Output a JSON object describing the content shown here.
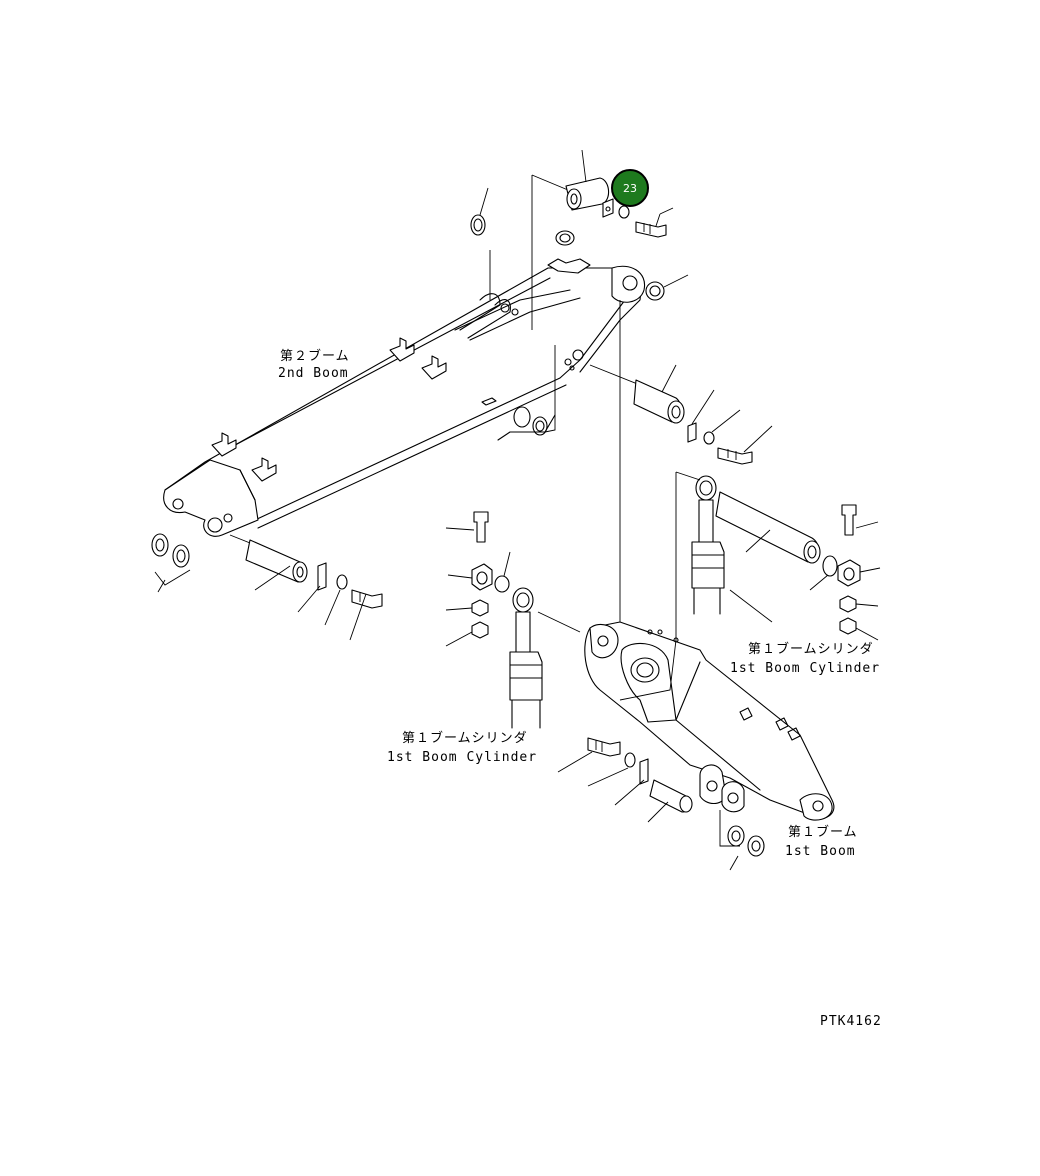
{
  "drawing": {
    "code": "PTK4162",
    "labels": {
      "second_boom_jp": "第２ブーム",
      "second_boom_en": "2nd Boom",
      "first_boom_cylinder_right_jp": "第１ブームシリンダ",
      "first_boom_cylinder_right_en": "1st Boom Cylinder",
      "first_boom_cylinder_left_jp": "第１ブームシリンダ",
      "first_boom_cylinder_left_en": "1st Boom Cylinder",
      "first_boom_jp": "第１ブーム",
      "first_boom_en": "1st Boom"
    },
    "callout": {
      "number": "23",
      "color": "#1e7a1e"
    }
  }
}
